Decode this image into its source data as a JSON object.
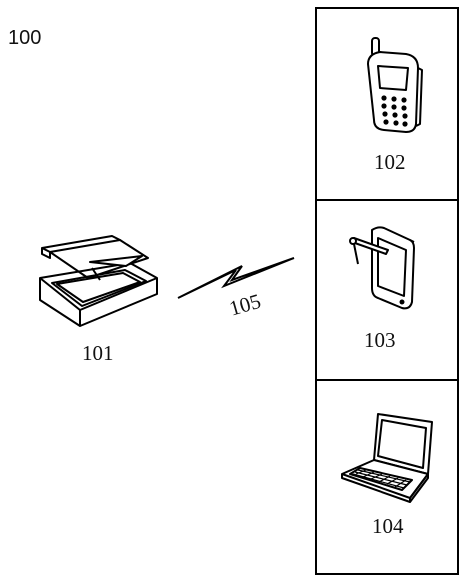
{
  "figure_label": "100",
  "devices": {
    "scanner": {
      "ref": "101",
      "icon": "flatbed-scanner-icon"
    },
    "cell_phone": {
      "ref": "102",
      "icon": "cell-phone-icon"
    },
    "tablet": {
      "ref": "103",
      "icon": "tablet-with-stylus-icon"
    },
    "laptop": {
      "ref": "104",
      "icon": "laptop-icon"
    }
  },
  "wireless_link": {
    "ref": "105",
    "icon": "lightning-bolt-icon"
  },
  "colors": {
    "line": "#000000",
    "background": "#ffffff"
  }
}
